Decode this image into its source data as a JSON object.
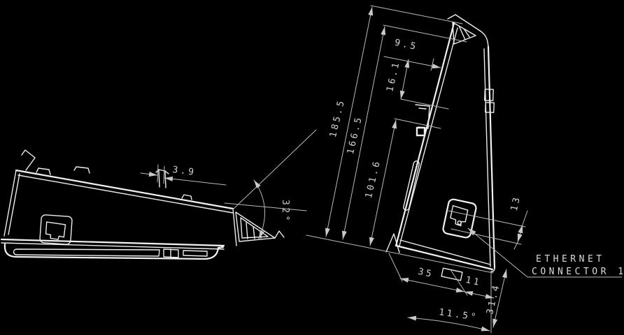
{
  "drawing": {
    "colors": {
      "background": "#000000",
      "body_line": "#ededed",
      "dim_line": "#b9b9b9",
      "text": "#d2d2d2"
    },
    "side_view": {
      "dim_key_width": "3.9",
      "dim_deck_angle": "32°"
    },
    "rear_view": {
      "dim_overall_height": "185.5",
      "dim_housing_height": "166.5",
      "dim_mid_height": "101.6",
      "dim_top_offset": "9.5",
      "dim_top_gap": "16.1",
      "dim_base_offset": "35",
      "dim_base_gap": "11",
      "dim_connector_size": "13",
      "dim_connector_height": "31.4",
      "dim_mount_angle": "11.5°"
    },
    "callout": {
      "line1": "ETHERNET",
      "line2": "CONNECTOR 1"
    }
  }
}
